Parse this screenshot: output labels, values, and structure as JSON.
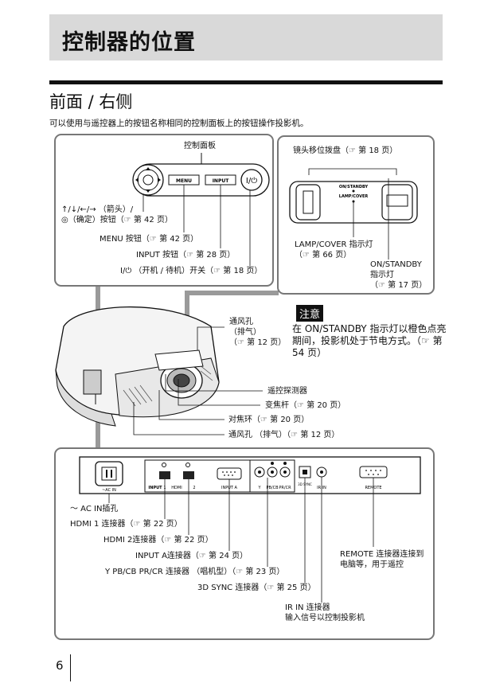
{
  "page_title": "控制器的位置",
  "section_title": "前面 / 右侧",
  "intro": "可以使用与遥控器上的按钮名称相同的控制面板上的按钮操作投影机。",
  "control_panel": {
    "heading": "控制面板",
    "menu_key": "MENU",
    "input_key": "INPUT",
    "arrows_label_1": "↑/↓/←/→ （箭头）/",
    "arrows_label_2": "◎（确定）按钮（☞ 第 42 页）",
    "menu_label": "MENU 按钮（☞ 第 42 页）",
    "input_label": "INPUT 按钮（☞ 第 28 页）",
    "power_label": "I/⏻ （开机 / 待机）开关（☞ 第 18 页）"
  },
  "indicator_panel": {
    "lens_shift_label": "镜头移位拨盘（☞ 第 18 页）",
    "on_standby_print": "ON/STANDBY",
    "lamp_cover_print": "LAMP/COVER",
    "lamp_label_1": "LAMP/COVER 指示灯",
    "lamp_label_2": "（☞ 第 66 页）",
    "standby_label_1": "ON/STANDBY",
    "standby_label_2": "指示灯",
    "standby_label_3": "（☞ 第 17 页）"
  },
  "projector": {
    "vent_top_1": "通风孔",
    "vent_top_2": "（排气）",
    "vent_top_3": "（☞ 第 12 页）",
    "remote_sensor": "遥控探测器",
    "zoom_lever": "变焦杆（☞ 第 20 页）",
    "focus_ring": "对焦环（☞ 第 20 页）",
    "vent_bottom": "通风孔 （排气）（☞ 第 12 页）"
  },
  "caution": {
    "tag": "注意",
    "text": "在 ON/STANDBY 指示灯以橙色点亮期间，投影机处于节电方式。（☞ 第 54 页）"
  },
  "rear_panel": {
    "print_ac": "~AC IN",
    "print_input": "INPUT",
    "print_1": "1",
    "print_2": "2",
    "print_hdmi": "HDMI",
    "print_input_a": "INPUT A",
    "print_y": "Y",
    "print_pbcb": "PB/CB",
    "print_prcr": "PR/CR",
    "print_3d": "3D SYNC",
    "print_ir": "IR IN",
    "print_remote": "REMOTE",
    "ac_label": "～ AC IN插孔",
    "hdmi1_label": "HDMI 1 连接器（☞ 第 22 页）",
    "hdmi2_label": "HDMI 2连接器（☞ 第 22 页）",
    "inputa_label": "INPUT A连接器（☞ 第 24 页）",
    "ypbpr_label": "Y PB/CB PR/CR 连接器 （唱机型）（☞ 第 23 页）",
    "sync3d_label": "3D SYNC 连接器（☞ 第 25 页）",
    "ir_label_1": "IR IN 连接器",
    "ir_label_2": "输入信号以控制投影机",
    "remote_label_1": "REMOTE 连接器连接到",
    "remote_label_2": "电脑等，用于遥控"
  },
  "page_number": "6"
}
